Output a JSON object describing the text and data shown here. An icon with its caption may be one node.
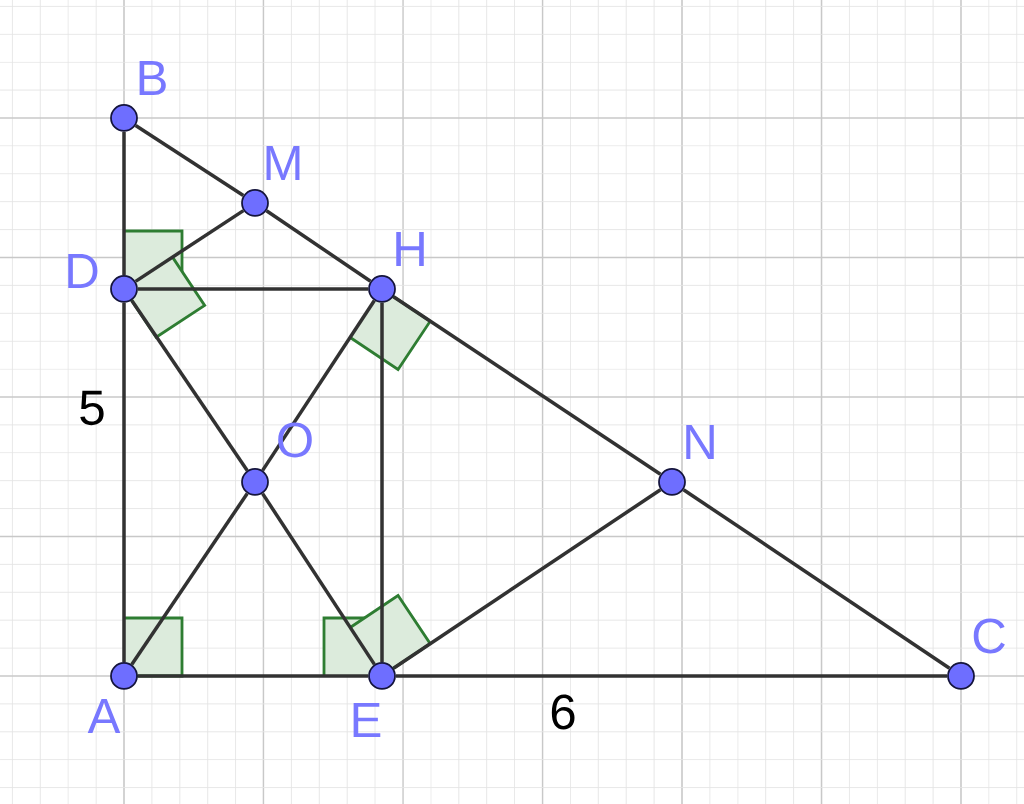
{
  "diagram": {
    "nodes": [
      {
        "text": [],
        "shape": "circle",
        "beside": [
          "B"
        ]
      },
      {
        "text": [],
        "shape": "circle",
        "beside": [
          "M"
        ]
      },
      {
        "text": [],
        "shape": "circle",
        "beside": [
          "D"
        ]
      },
      {
        "text": [],
        "shape": "circle",
        "beside": [
          "H"
        ]
      },
      {
        "text": [],
        "shape": "circle",
        "beside": [
          "O"
        ]
      },
      {
        "text": [],
        "shape": "circle",
        "beside": [
          "N"
        ]
      },
      {
        "text": [],
        "shape": "circle",
        "beside": [
          "A"
        ]
      },
      {
        "text": [],
        "shape": "circle",
        "beside": [
          "E"
        ]
      },
      {
        "text": [],
        "shape": "circle",
        "beside": [
          "C"
        ]
      }
    ],
    "edges": [
      {
        "from": 6,
        "to": 2,
        "arrow": "none"
      },
      {
        "from": 2,
        "to": 0,
        "arrow": "none"
      },
      {
        "from": 0,
        "to": 1,
        "arrow": "none"
      },
      {
        "from": 1,
        "to": 3,
        "arrow": "none"
      },
      {
        "from": 3,
        "to": 5,
        "arrow": "none"
      },
      {
        "from": 5,
        "to": 8,
        "arrow": "none"
      },
      {
        "from": 6,
        "to": 7,
        "arrow": "none"
      },
      {
        "from": 7,
        "to": 8,
        "arrow": "none"
      },
      {
        "from": 2,
        "to": 1,
        "arrow": "none"
      },
      {
        "from": 2,
        "to": 3,
        "arrow": "none"
      },
      {
        "from": 2,
        "to": 4,
        "arrow": "none"
      },
      {
        "from": 4,
        "to": 7,
        "arrow": "none"
      },
      {
        "from": 6,
        "to": 4,
        "arrow": "none"
      },
      {
        "from": 4,
        "to": 3,
        "arrow": "none"
      },
      {
        "from": 3,
        "to": 7,
        "arrow": "none"
      },
      {
        "from": 7,
        "to": 5,
        "arrow": "none"
      }
    ],
    "labels": [
      "5",
      "6"
    ]
  }
}
